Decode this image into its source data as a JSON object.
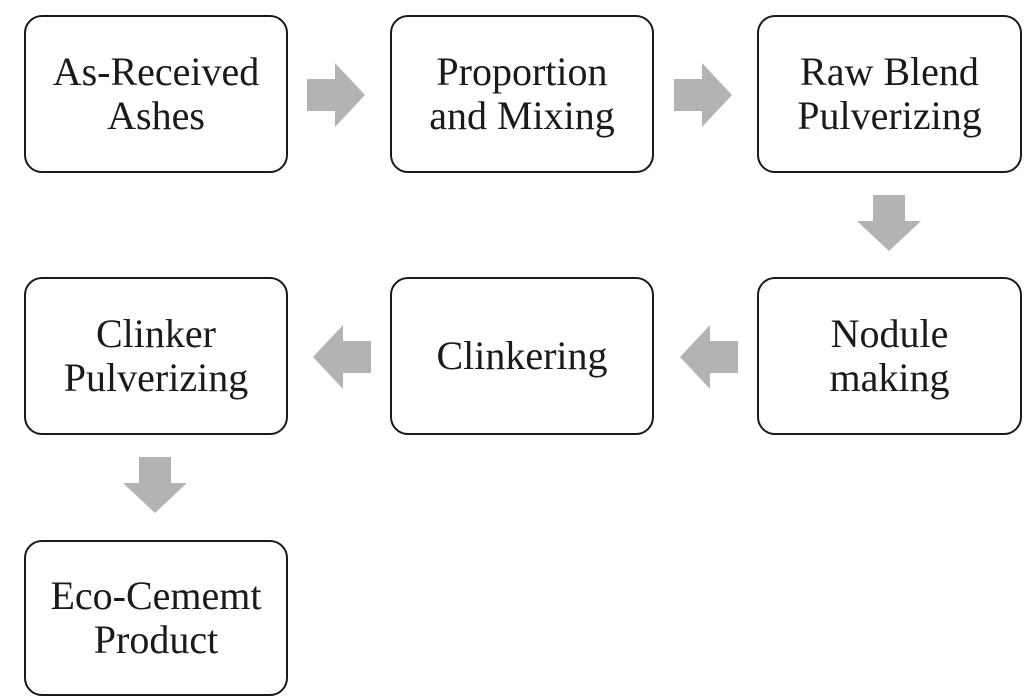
{
  "diagram": {
    "arrow_color": "#b3b3b3",
    "border_color": "#1a1a1a",
    "steps": [
      {
        "label": "As-Received\nAshes"
      },
      {
        "label": "Proportion\nand Mixing"
      },
      {
        "label": "Raw Blend\nPulverizing"
      },
      {
        "label": "Nodule\nmaking"
      },
      {
        "label": "Clinkering"
      },
      {
        "label": "Clinker\nPulverizing"
      },
      {
        "label": "Eco-Cememt\nProduct"
      }
    ],
    "flow": [
      {
        "from": 0,
        "to": 1,
        "direction": "right"
      },
      {
        "from": 1,
        "to": 2,
        "direction": "right"
      },
      {
        "from": 2,
        "to": 3,
        "direction": "down"
      },
      {
        "from": 3,
        "to": 4,
        "direction": "left"
      },
      {
        "from": 4,
        "to": 5,
        "direction": "left"
      },
      {
        "from": 5,
        "to": 6,
        "direction": "down"
      }
    ]
  }
}
